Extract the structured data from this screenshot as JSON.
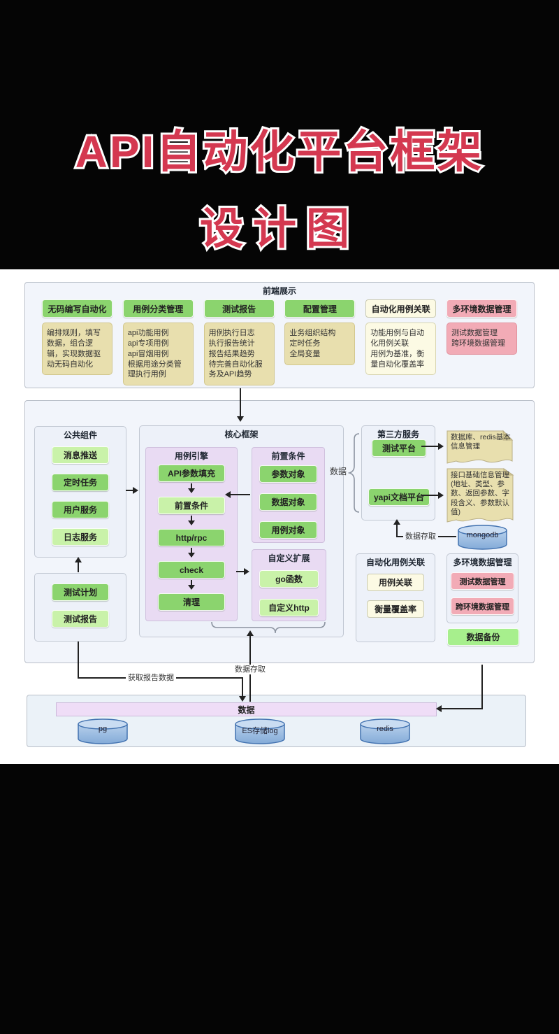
{
  "title": {
    "line1": "API自动化平台框架",
    "line2": "设计图"
  },
  "frontend": {
    "label": "前端展示",
    "columns": [
      {
        "button": "无码编写自动化",
        "desc": "编排规则，填写数据，组合逻辑，实现数据驱动无码自动化"
      },
      {
        "button": "用例分类管理",
        "desc": "api功能用例\napi专项用例\napi冒烟用例\n根据用途分类管理执行用例"
      },
      {
        "button": "测试报告",
        "desc": "用例执行日志\n执行报告统计\n报告结果趋势\n待完善自动化服务及API趋势"
      },
      {
        "button": "配置管理",
        "desc": "业务组织结构\n定时任务\n全局变量"
      },
      {
        "button": "自动化用例关联",
        "desc": "功能用例与自动化用例关联\n用例为基准，衡量自动化覆盖率"
      },
      {
        "button": "多环境数据管理",
        "desc": "测试数据管理\n跨环境数据管理"
      }
    ]
  },
  "common": {
    "label": "公共组件",
    "items": [
      "消息推送",
      "定时任务",
      "用户服务",
      "日志服务"
    ]
  },
  "plan": {
    "items": [
      "测试计划",
      "测试报告"
    ]
  },
  "core": {
    "label": "核心框架",
    "engine": {
      "label": "用例引擎",
      "steps": [
        "API参数填充",
        "前置条件",
        "http/rpc",
        "check",
        "清理"
      ]
    },
    "precond": {
      "label": "前置条件",
      "items": [
        "参数对象",
        "数据对象",
        "用例对象"
      ]
    },
    "ext": {
      "label": "自定义扩展",
      "items": [
        "go函数",
        "自定义http"
      ]
    },
    "data_label": "数据"
  },
  "third": {
    "label": "第三方服务",
    "platform": "测试平台",
    "yapi": "yapi文档平台",
    "docs": [
      "数据库、redis基本信息管理",
      "接口基础信息管理(地址、类型、参数、返回参数、字段含义、参数默认值)"
    ],
    "mongodb": "mongodb",
    "access_label": "数据存取"
  },
  "relation": {
    "label": "自动化用例关联",
    "items": [
      "用例关联",
      "衡量覆盖率"
    ]
  },
  "multienv": {
    "label": "多环境数据管理",
    "items": [
      "测试数据管理",
      "跨环境数据管理"
    ]
  },
  "backup": "数据备份",
  "edges": {
    "fetch_report": "获取报告数据",
    "data_store": "数据存取"
  },
  "datastore": {
    "bar": "数据",
    "dbs": [
      "pg",
      "ES存储log",
      "redis"
    ]
  },
  "colors": {
    "green": "#8bd46e",
    "light_green": "#c9f2a9",
    "bright_green": "#a7ef8d",
    "tan": "#e8dfae",
    "cream": "#fcfae4",
    "pink": "#f2abb6",
    "lavender": "#e9dbf3",
    "purple_bar": "#efddf7",
    "cylinder_blue": "#8fb3da",
    "title_red": "#d43850"
  }
}
